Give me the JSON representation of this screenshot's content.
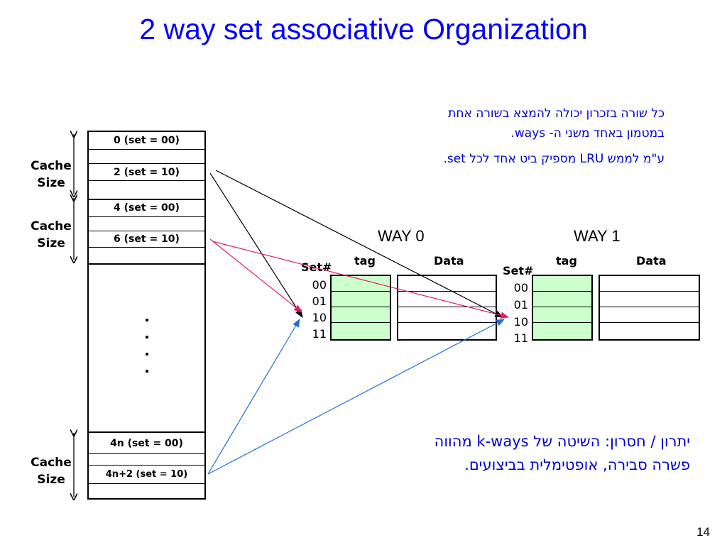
{
  "title": "2 way set associative Organization",
  "notes": {
    "line1": "כל שורה בזכרון יכולה להמצא בשורה אחת",
    "line2": "במטמון באחד משני ה- ways.",
    "line3": "ע\"מ לממש LRU מספיק ביט אחד לכל set.",
    "bottom1": "יתרון / חסרון: השיטה של k-ways מהווה",
    "bottom2": "פשרה סבירה, אופטימלית בביצועים."
  },
  "memory": {
    "blocks": [
      "0 (set = 00)",
      "2 (set = 10)",
      "4 (set = 00)",
      "6 (set = 10)",
      "4n (set = 00)",
      "4n+2 (set = 10)"
    ],
    "dots": ".\n.\n.\n.",
    "cache_size_label": [
      "Cache",
      "Size"
    ]
  },
  "ways": [
    {
      "title": "WAY 0",
      "set_header": "Set#",
      "tag_header": "tag",
      "data_header": "Data",
      "sets": [
        "00",
        "01",
        "10",
        "11"
      ]
    },
    {
      "title": "WAY 1",
      "set_header": "Set#",
      "tag_header": "tag",
      "data_header": "Data",
      "sets": [
        "00",
        "01",
        "10",
        "11"
      ]
    }
  ],
  "colors": {
    "title": "#0000ff",
    "notes": "#0000cc",
    "tag_fill": "#ccffcc",
    "arrow_black": "#000000",
    "arrow_pink": "#e0206a",
    "arrow_blue": "#1f6fd6"
  },
  "page_number": "14"
}
